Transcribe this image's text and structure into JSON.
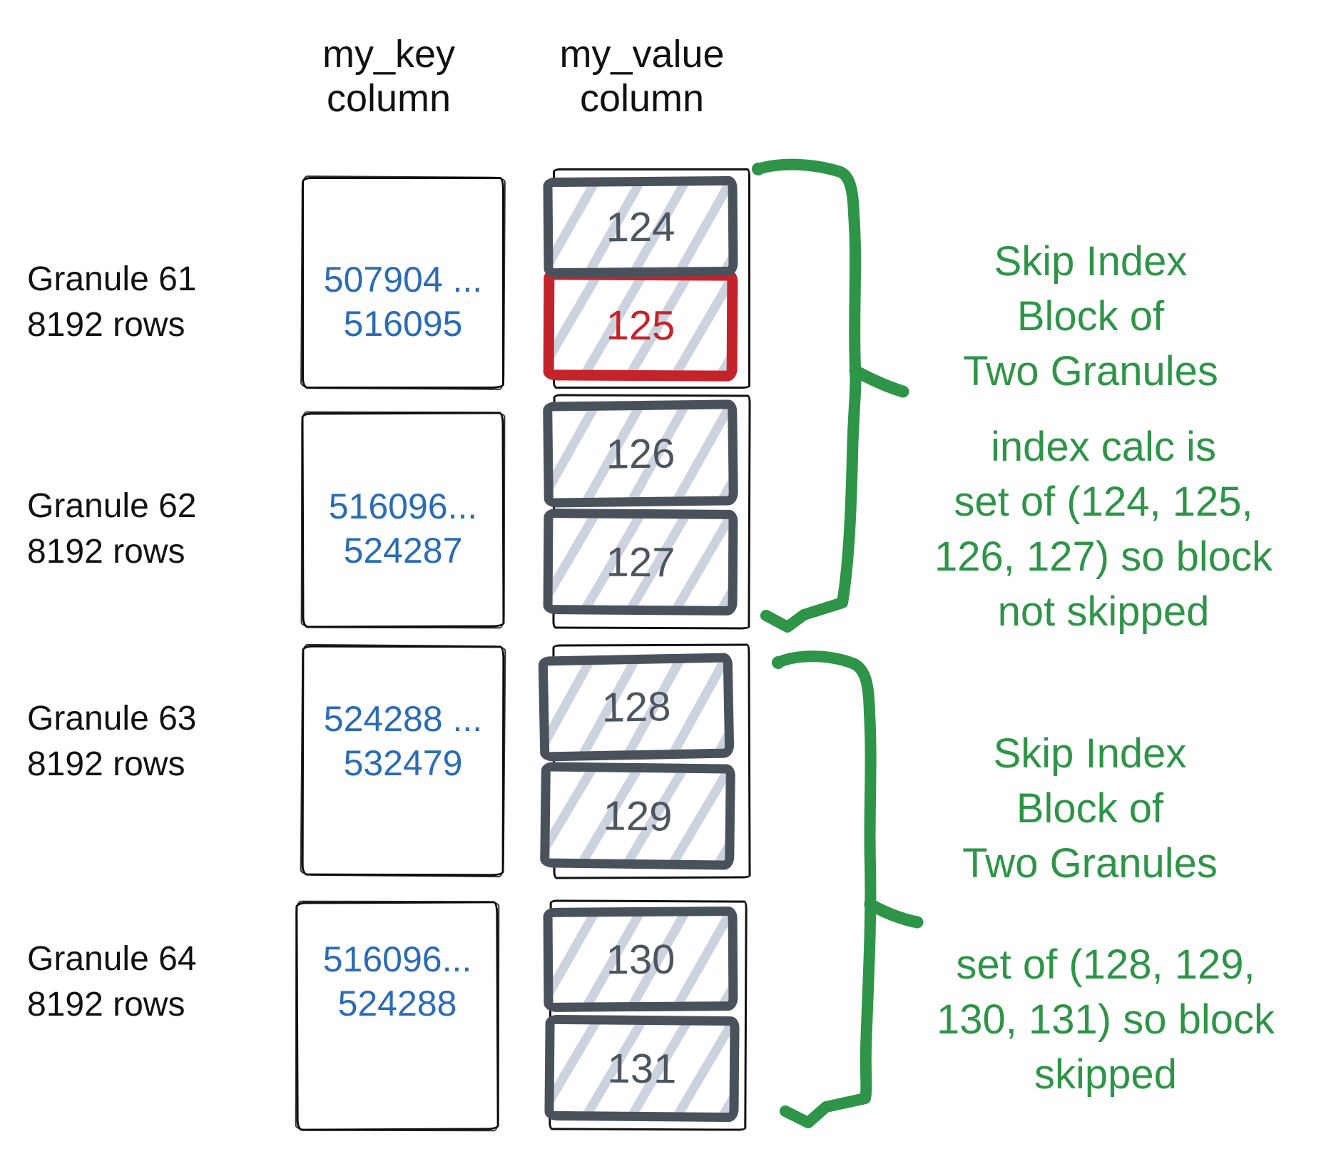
{
  "headers": {
    "key": {
      "line1": "my_key",
      "line2": "column"
    },
    "value": {
      "line1": "my_value",
      "line2": "column"
    }
  },
  "granules": [
    {
      "name_line": "Granule 61",
      "rows_line": "8192 rows",
      "key_min": "507904 ...",
      "key_max": "516095",
      "blocks": [
        {
          "value": "124",
          "highlighted": false
        },
        {
          "value": "125",
          "highlighted": true
        }
      ]
    },
    {
      "name_line": "Granule 62",
      "rows_line": "8192 rows",
      "key_min": "516096...",
      "key_max": "524287",
      "blocks": [
        {
          "value": "126",
          "highlighted": false
        },
        {
          "value": "127",
          "highlighted": false
        }
      ]
    },
    {
      "name_line": "Granule 63",
      "rows_line": "8192 rows",
      "key_min": "524288 ...",
      "key_max": "532479",
      "blocks": [
        {
          "value": "128",
          "highlighted": false
        },
        {
          "value": "129",
          "highlighted": false
        }
      ]
    },
    {
      "name_line": "Granule 64",
      "rows_line": "8192 rows",
      "key_min": "516096...",
      "key_max": "524288",
      "blocks": [
        {
          "value": "130",
          "highlighted": false
        },
        {
          "value": "131",
          "highlighted": false
        }
      ]
    }
  ],
  "annotations": [
    {
      "lines": [
        "Skip Index",
        "Block of",
        "Two Granules"
      ]
    },
    {
      "lines": [
        "index calc is",
        "set of (124, 125,",
        "126, 127) so block",
        "not skipped"
      ]
    },
    {
      "lines": [
        "Skip Index",
        "Block of",
        "Two Granules"
      ]
    },
    {
      "lines": [
        "set of (128, 129,",
        "130, 131) so block",
        "skipped"
      ]
    }
  ],
  "colors": {
    "annotation_green": "#2e9447",
    "highlight_red": "#c4232b",
    "value_slate": "#49525b",
    "key_blue": "#2b6cb4",
    "hatch_gray": "#ccd3de",
    "ink_black": "#161616"
  }
}
